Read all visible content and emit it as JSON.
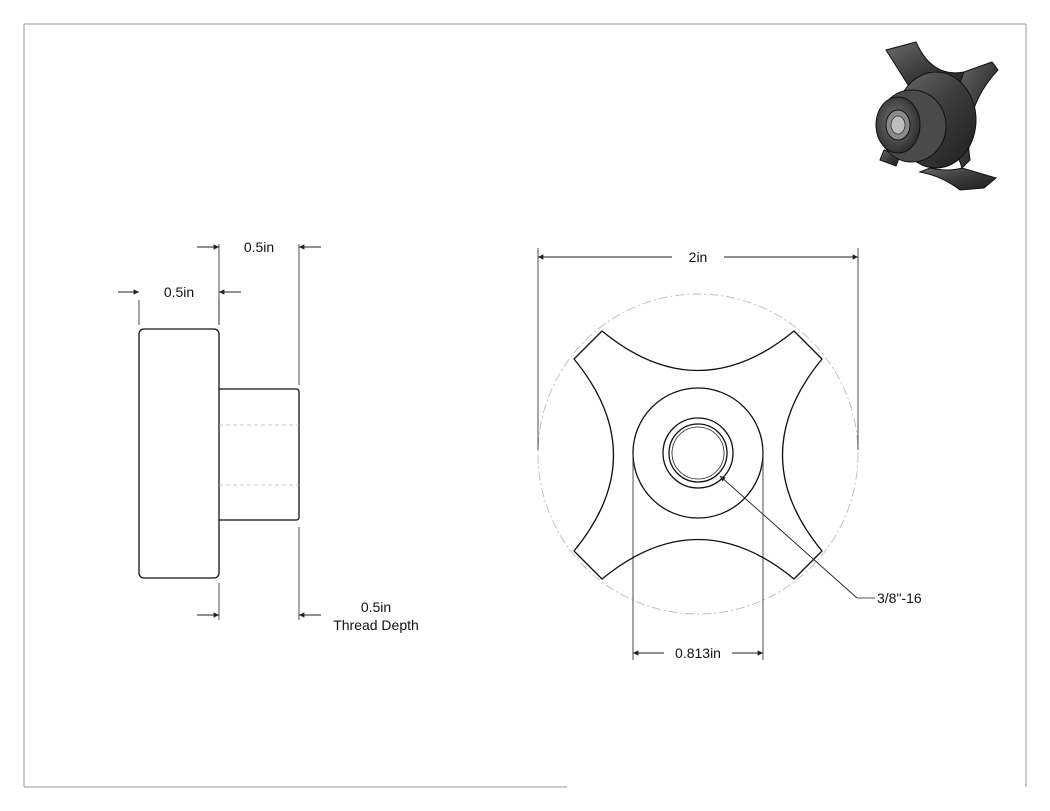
{
  "side_view": {
    "dim_overall_width": "0.5in",
    "dim_hub_length": "0.5in",
    "thread_depth_value": "0.5in",
    "thread_depth_caption": "Thread Depth"
  },
  "front_view": {
    "dim_diameter": "2in",
    "dim_hub_diameter": "0.813in",
    "thread_callout": "3/8\"-16"
  },
  "colors": {
    "line": "#111111",
    "hidden_line": "#bbbbbb",
    "background": "#ffffff",
    "iso_body": "#3a3a3a"
  }
}
